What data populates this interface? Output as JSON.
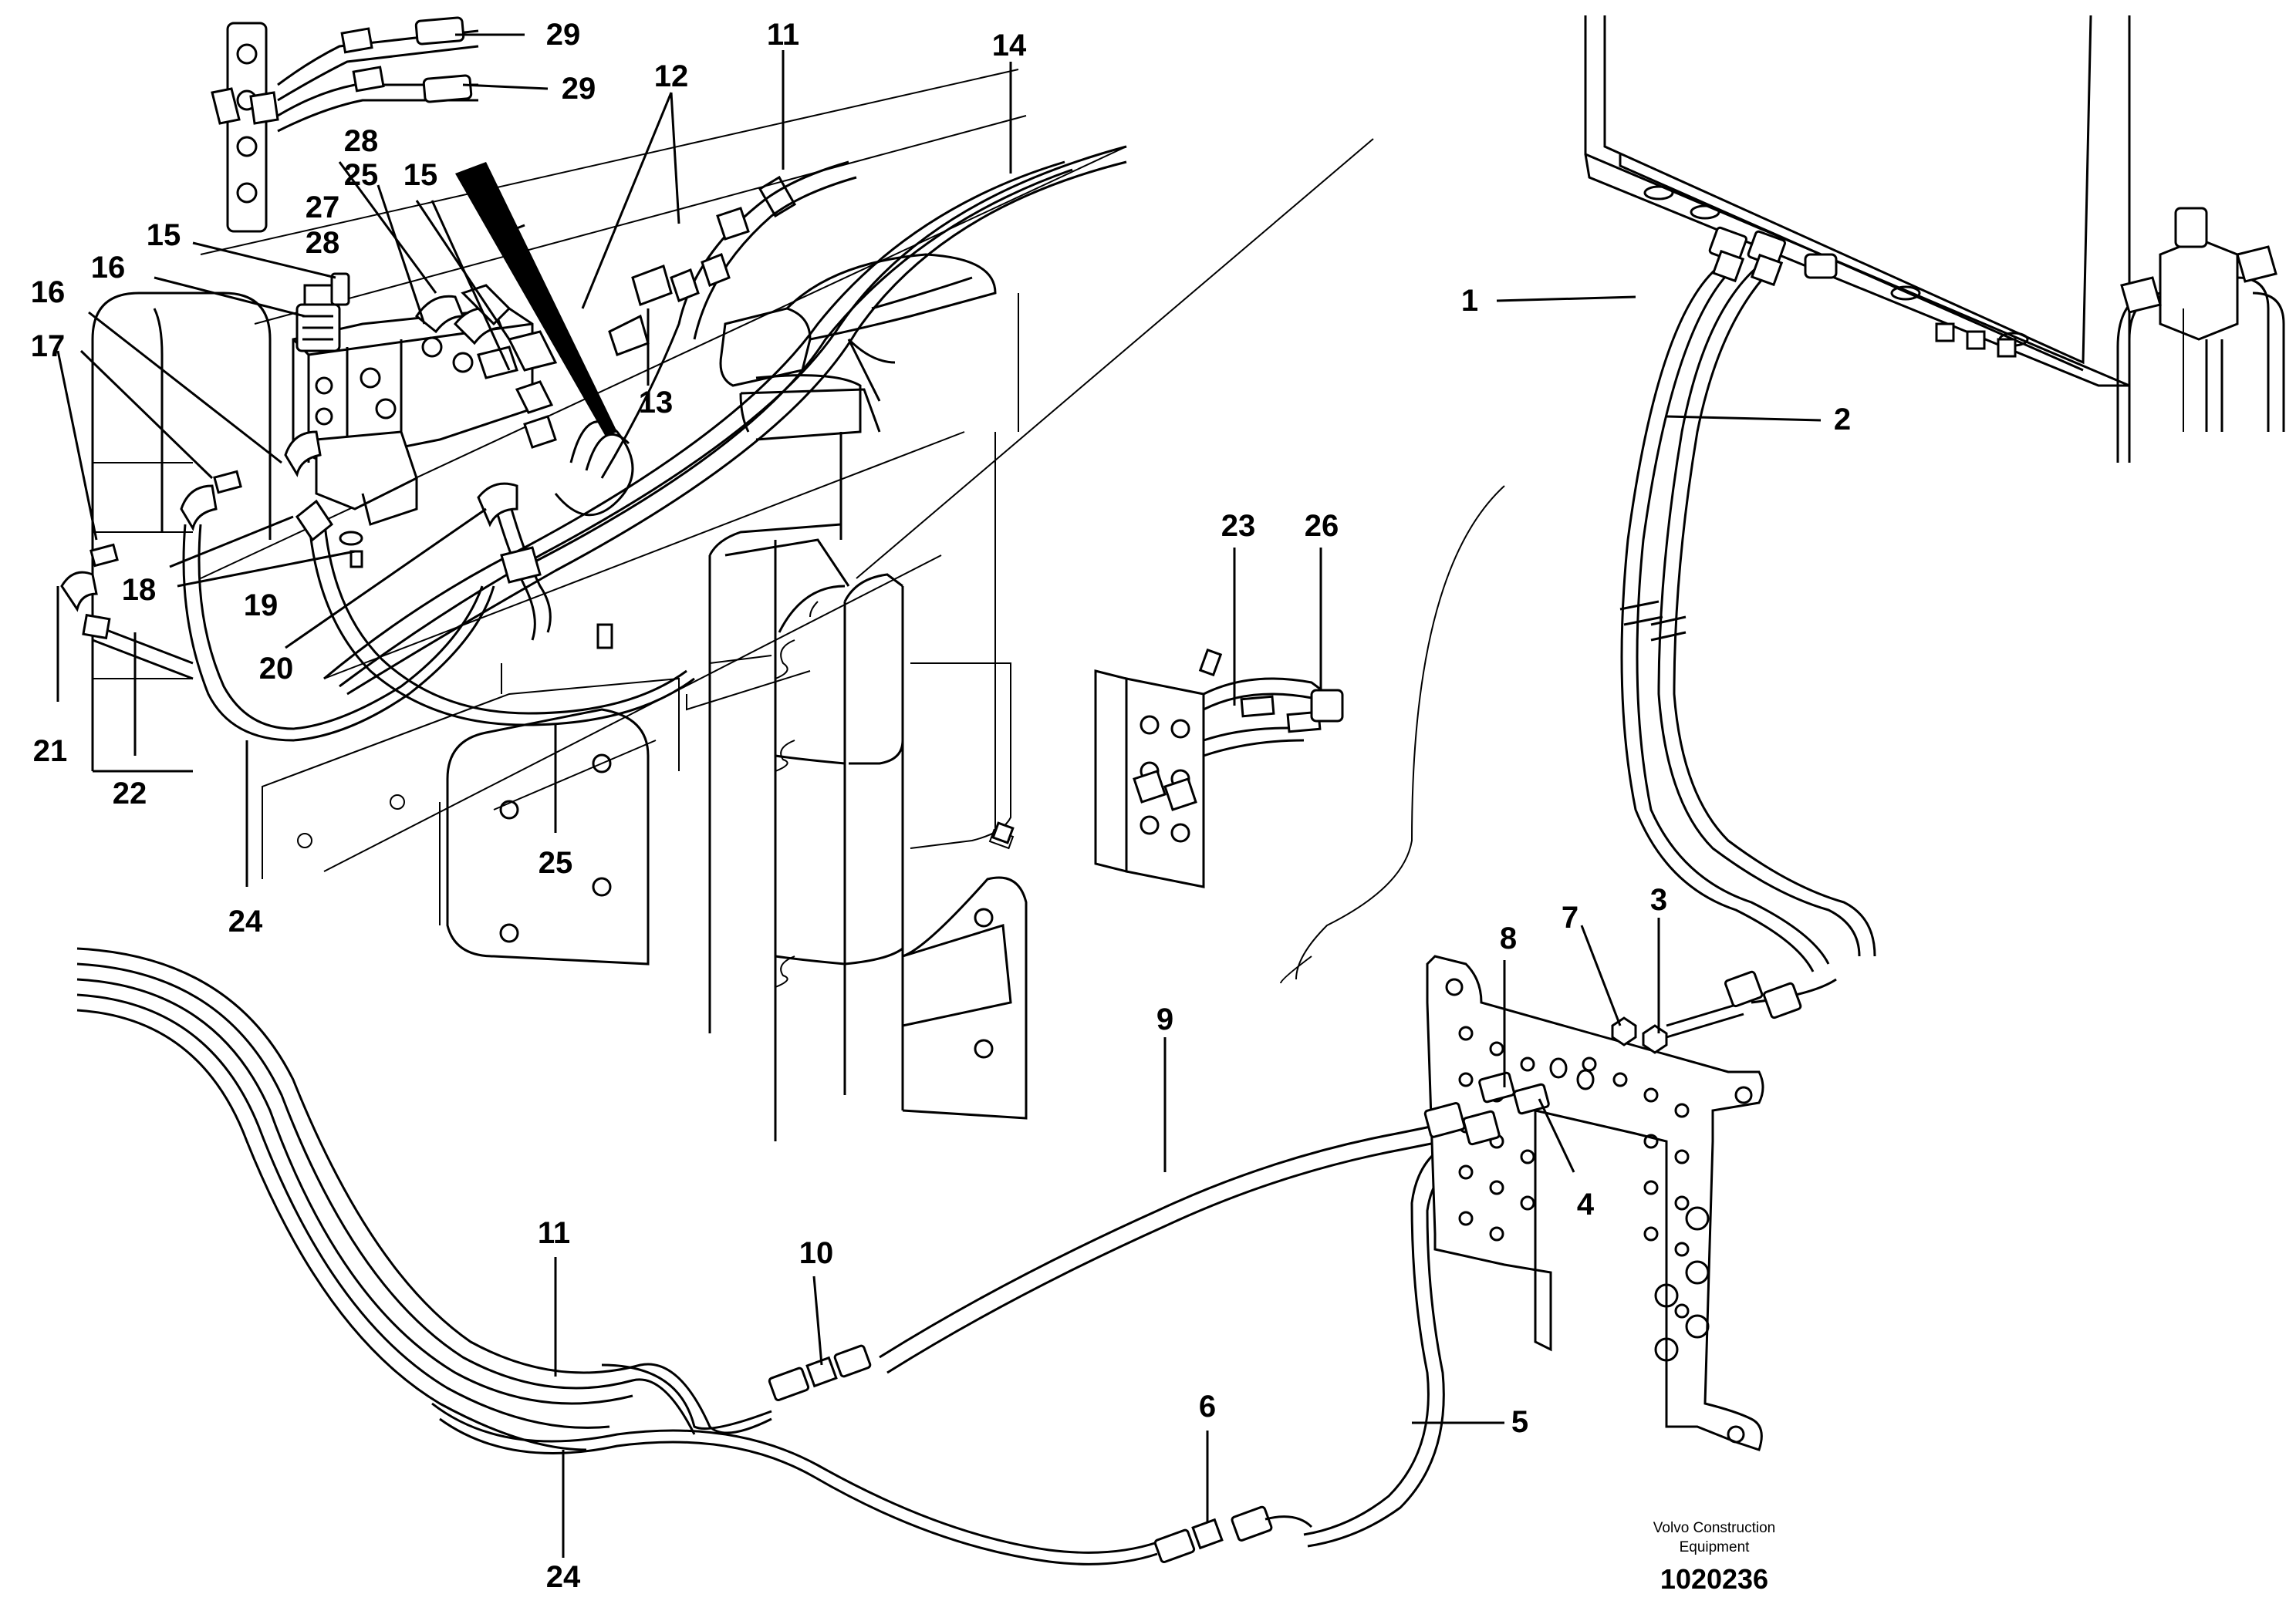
{
  "credit": {
    "line1": "Volvo Construction",
    "line2": "Equipment"
  },
  "drawing_number": "1020236",
  "callouts": [
    {
      "id": "c1",
      "text": "1"
    },
    {
      "id": "c2",
      "text": "2"
    },
    {
      "id": "c3",
      "text": "3"
    },
    {
      "id": "c4",
      "text": "4"
    },
    {
      "id": "c5",
      "text": "5"
    },
    {
      "id": "c6",
      "text": "6"
    },
    {
      "id": "c7",
      "text": "7"
    },
    {
      "id": "c8",
      "text": "8"
    },
    {
      "id": "c9",
      "text": "9"
    },
    {
      "id": "c10",
      "text": "10"
    },
    {
      "id": "c11a",
      "text": "11"
    },
    {
      "id": "c11b",
      "text": "11"
    },
    {
      "id": "c12",
      "text": "12"
    },
    {
      "id": "c13",
      "text": "13"
    },
    {
      "id": "c14",
      "text": "14"
    },
    {
      "id": "c15a",
      "text": "15"
    },
    {
      "id": "c15b",
      "text": "15"
    },
    {
      "id": "c16a",
      "text": "16"
    },
    {
      "id": "c16b",
      "text": "16"
    },
    {
      "id": "c17",
      "text": "17"
    },
    {
      "id": "c18",
      "text": "18"
    },
    {
      "id": "c19",
      "text": "19"
    },
    {
      "id": "c20",
      "text": "20"
    },
    {
      "id": "c21",
      "text": "21"
    },
    {
      "id": "c22",
      "text": "22"
    },
    {
      "id": "c23",
      "text": "23"
    },
    {
      "id": "c24a",
      "text": "24"
    },
    {
      "id": "c24b",
      "text": "24"
    },
    {
      "id": "c25a",
      "text": "25"
    },
    {
      "id": "c25b",
      "text": "25"
    },
    {
      "id": "c26",
      "text": "26"
    },
    {
      "id": "c27",
      "text": "27"
    },
    {
      "id": "c28a",
      "text": "28"
    },
    {
      "id": "c28b",
      "text": "28"
    },
    {
      "id": "c29a",
      "text": "29"
    },
    {
      "id": "c29b",
      "text": "29"
    }
  ]
}
